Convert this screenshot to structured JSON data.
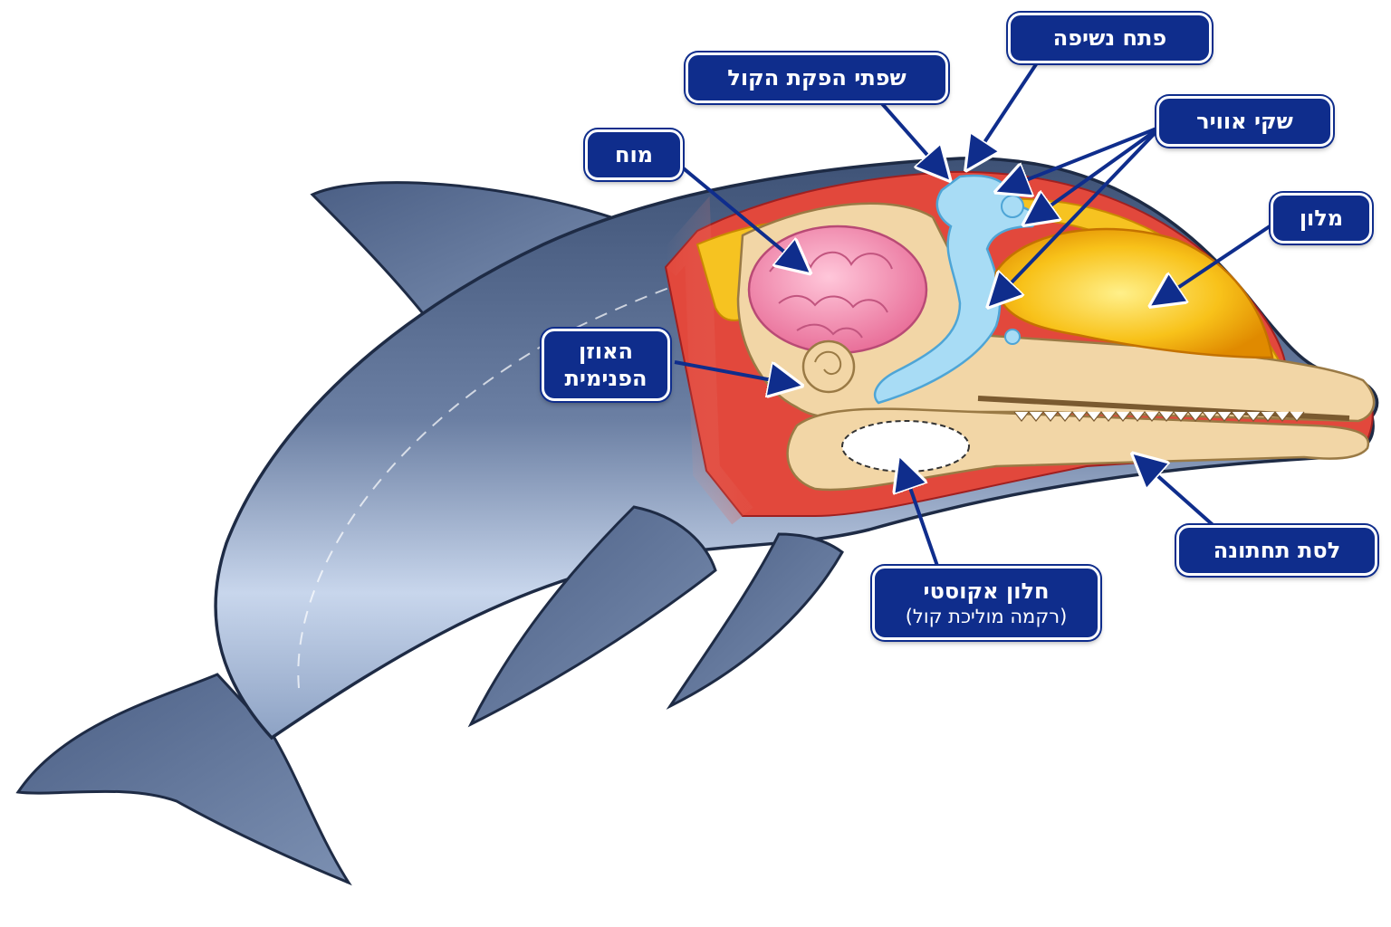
{
  "labels": {
    "blowhole": "פתח נשיפה",
    "phonic_lips": "שפתי הפקת הקול",
    "air_sacs": "שקי אוויר",
    "brain": "מוח",
    "melon": "מלון",
    "inner_ear_line1": "האוזן",
    "inner_ear_line2": "הפנימית",
    "acoustic_window_title": "חלון אקוסטי",
    "acoustic_window_sub": "(רקמה מוליכת קול)",
    "lower_jaw": "לסת תחתונה"
  },
  "colors": {
    "label_bg": "#0f2d8c",
    "skin": "#5b6e93",
    "belly": "#dfe9f7",
    "bone": "#f2d6a6",
    "brain": "#f48fb1",
    "melon": "#f6b400",
    "air_sacs": "#9fd8f5",
    "muscle": "#d9322b",
    "fat": "#f6c321"
  }
}
